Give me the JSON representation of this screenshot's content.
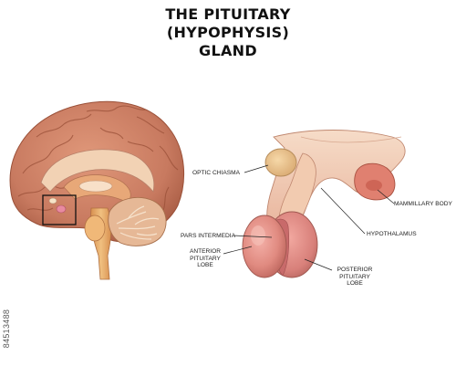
{
  "title": {
    "line1": "THE PITUITARY",
    "line2": "(HYPOPHYSIS)",
    "line3": "GLAND"
  },
  "labels": {
    "optic_chiasma": "OPTIC CHIASMA",
    "mammillary_body": "MAMMILLARY BODY",
    "hypothalamus": "HYPOTHALAMUS",
    "pars_intermedia": "PARS INTERMEDIA",
    "anterior_lobe": [
      "ANTERIOR",
      "PITUITARY",
      "LOBE"
    ],
    "posterior_lobe": [
      "POSTERIOR",
      "PITUITARY",
      "LOBE"
    ]
  },
  "stock_id": "84513488",
  "colors": {
    "brain_outer": "#c87a60",
    "brain_gyri": "#b8664c",
    "brain_inner": "#e8c0a0",
    "stem": "#e8b070",
    "gland": "#e08a80",
    "gland_dark": "#c86660",
    "tissue": "#f0c8b0"
  }
}
